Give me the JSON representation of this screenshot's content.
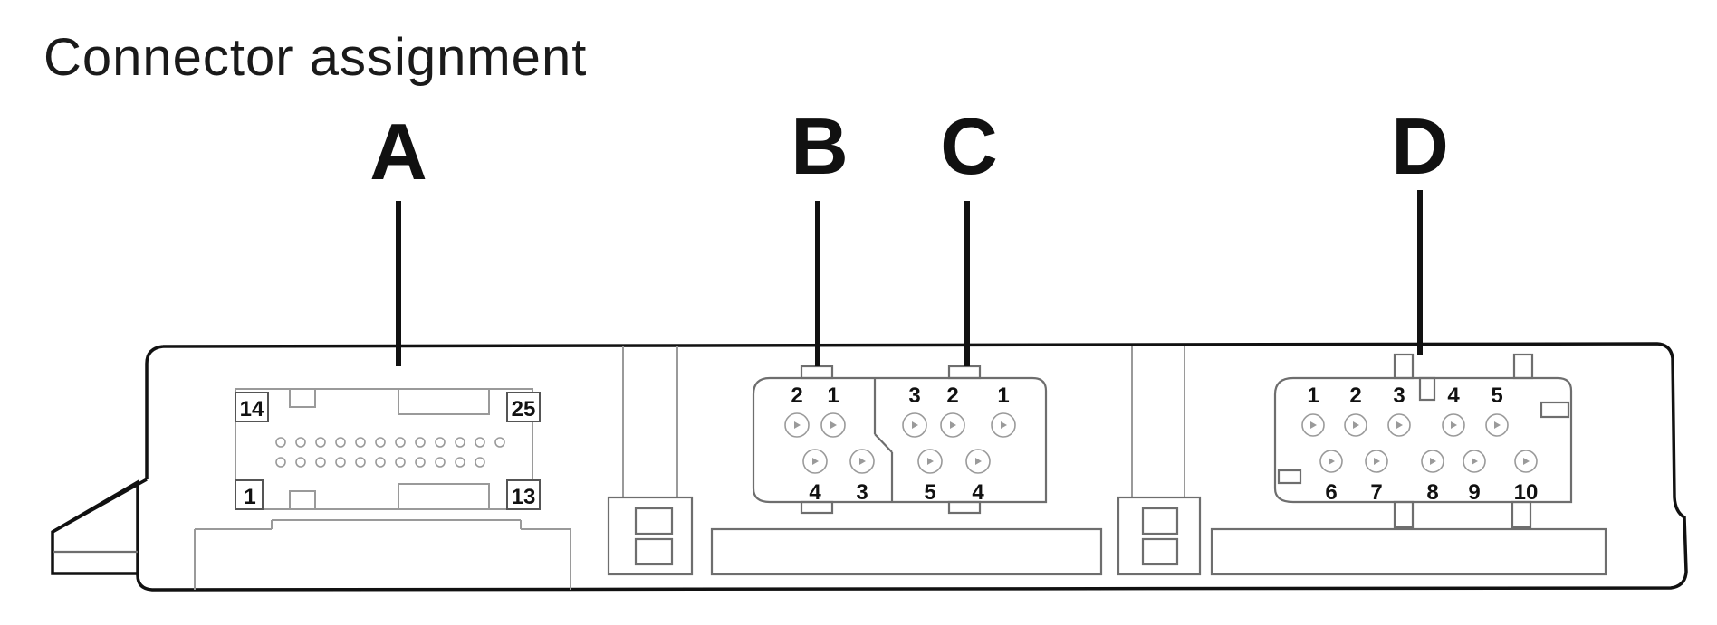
{
  "title": "Connector assignment",
  "connectors": [
    {
      "letter": "A",
      "pins": [
        "14",
        "25",
        "1",
        "13"
      ]
    },
    {
      "letter": "B",
      "pins": [
        "2",
        "1",
        "4",
        "3"
      ]
    },
    {
      "letter": "C",
      "pins": [
        "3",
        "2",
        "1",
        "5",
        "4"
      ]
    },
    {
      "letter": "D",
      "pins": [
        "1",
        "2",
        "3",
        "4",
        "5",
        "6",
        "7",
        "8",
        "9",
        "10"
      ]
    }
  ]
}
